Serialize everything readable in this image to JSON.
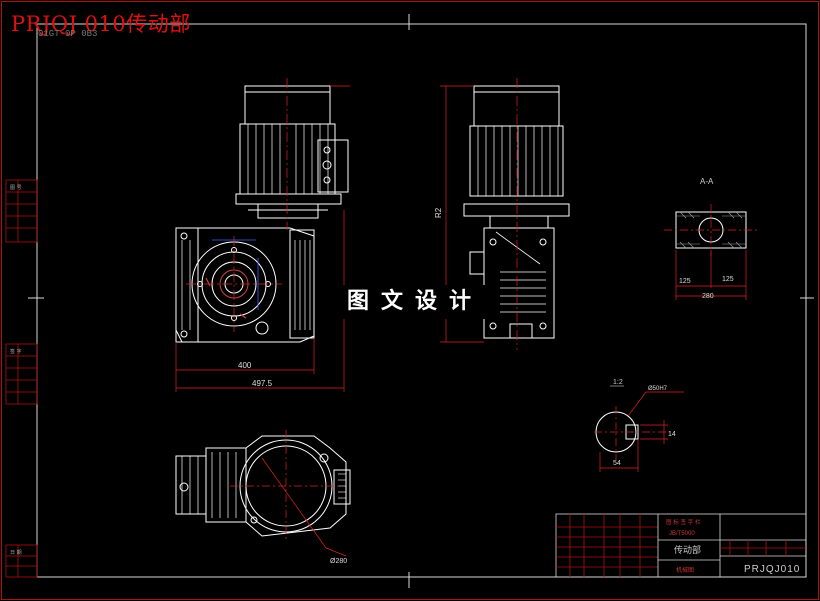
{
  "drawing": {
    "title": "PRJQJ 010传动部",
    "subtitle": "01GT 0P 0B3",
    "watermark": "图文设计",
    "section_label": "A-A"
  },
  "dimensions": {
    "d_400": "400",
    "d_4975": "497.5",
    "d_vertical": "R2",
    "d_280": "280",
    "d_125_left": "125",
    "d_125_right": "125",
    "d_dia280": "Ø280",
    "d_54": "54",
    "d_14": "14",
    "d_dia50": "Ø50H7",
    "d_ratio": "1:2"
  },
  "title_block": {
    "part_name": "传动部",
    "drawing_number": "PRJQJ010",
    "standard": "JB/T5000",
    "header_row": "图 标 签 字 栏",
    "material_note": "机械图"
  },
  "left_strip": {
    "label_top": "图 号",
    "label_mid": "签 字",
    "label_bottom": "日 期"
  },
  "colors": {
    "line": "#ffffff",
    "frame": "#d8d8d8",
    "border_red": "#b01010",
    "dim": "#e02020",
    "center": "#e02020",
    "hidden": "#4060ff",
    "hatch": "#a0a0a0"
  }
}
